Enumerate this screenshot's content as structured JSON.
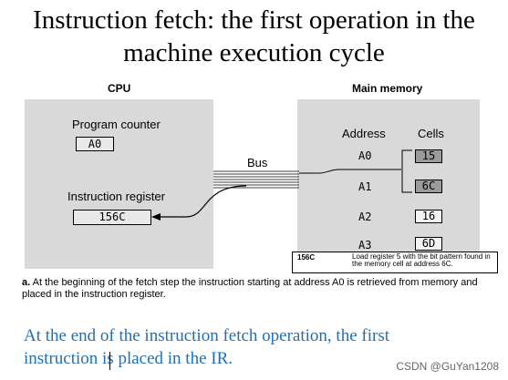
{
  "title": "Instruction fetch: the first operation in the machine execution cycle",
  "cpu": {
    "heading": "CPU",
    "program_counter_label": "Program counter",
    "program_counter_value": "A0",
    "instruction_register_label": "Instruction register",
    "instruction_register_value": "156C"
  },
  "bus_label": "Bus",
  "memory": {
    "heading": "Main memory",
    "address_header": "Address",
    "cells_header": "Cells",
    "rows": [
      {
        "address": "A0",
        "cell": "15"
      },
      {
        "address": "A1",
        "cell": "6C"
      },
      {
        "address": "A2",
        "cell": "16"
      },
      {
        "address": "A3",
        "cell": "6D"
      }
    ]
  },
  "note": {
    "code": "156C",
    "text": "Load register 5 with the bit pattern found in the memory cell at address 6C."
  },
  "caption": {
    "marker": "a.",
    "text": "At the beginning of the fetch step the instruction starting at address A0 is retrieved from memory and placed in the instruction register."
  },
  "bottom_text": "At the end of the instruction fetch operation, the first instruction is placed in the IR.",
  "watermark": "CSDN @GuYan1208",
  "colors": {
    "panel": "#d9d9d9",
    "highlight_cell": "#9b9b9b",
    "bottom_text": "#1f6fb5"
  }
}
